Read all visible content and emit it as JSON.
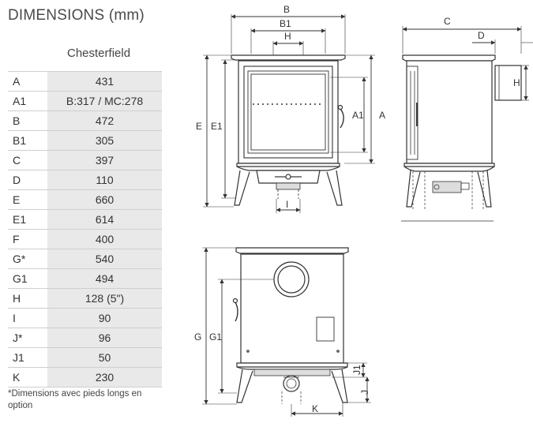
{
  "title": "DIMENSIONS (mm)",
  "model": "Chesterfield",
  "rows": [
    {
      "key": "A",
      "value": "431"
    },
    {
      "key": "A1",
      "value": "B:317 / MC:278"
    },
    {
      "key": "B",
      "value": "472"
    },
    {
      "key": "B1",
      "value": "305"
    },
    {
      "key": "C",
      "value": "397"
    },
    {
      "key": "D",
      "value": "110"
    },
    {
      "key": "E",
      "value": "660"
    },
    {
      "key": "E1",
      "value": "614"
    },
    {
      "key": "F",
      "value": "400"
    },
    {
      "key": "G*",
      "value": "540"
    },
    {
      "key": "G1",
      "value": "494"
    },
    {
      "key": "H",
      "value": "128 (5\")"
    },
    {
      "key": "I",
      "value": "90"
    },
    {
      "key": "J*",
      "value": "96"
    },
    {
      "key": "J1",
      "value": "50"
    },
    {
      "key": "K",
      "value": "230"
    }
  ],
  "footnote": "*Dimensions avec pieds longs en option",
  "labels": {
    "B": "B",
    "B1": "B1",
    "H": "H",
    "E": "E",
    "E1": "E1",
    "A1": "A1",
    "A": "A",
    "I": "I",
    "C": "C",
    "D": "D",
    "H2": "H",
    "G": "G",
    "G1": "G1",
    "J1": "J1",
    "J": "J",
    "K": "K"
  }
}
